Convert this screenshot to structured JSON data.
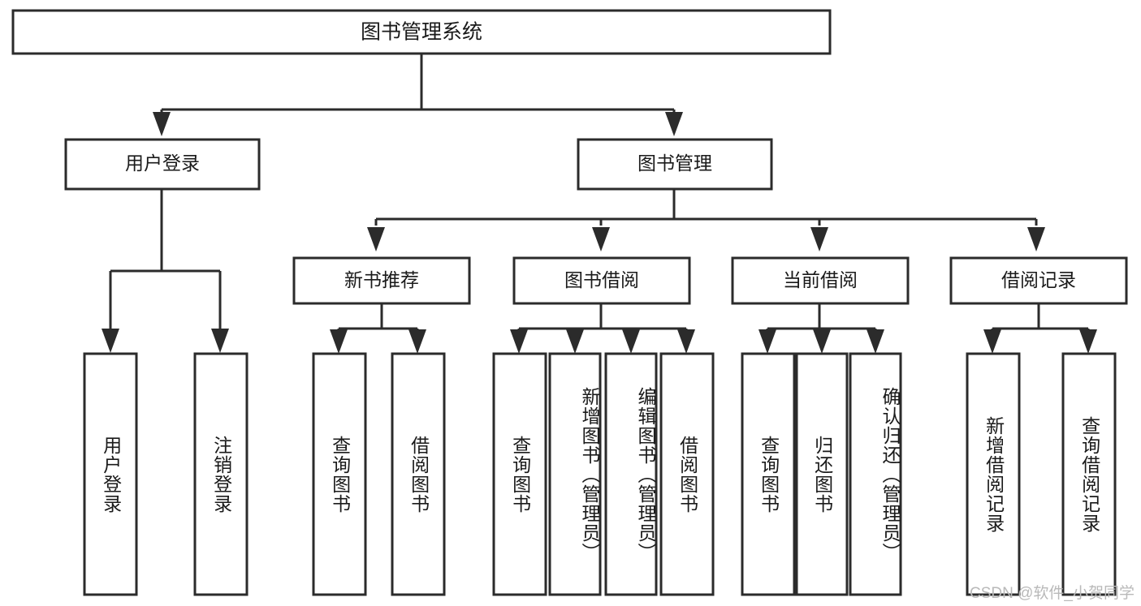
{
  "diagram": {
    "title": "图书管理系统",
    "watermark": "CSDN @软件_小贺同学",
    "root": {
      "id": "root",
      "label": "图书管理系统"
    },
    "level1": [
      {
        "id": "user-login",
        "label": "用户登录"
      },
      {
        "id": "book-manage",
        "label": "图书管理"
      }
    ],
    "level2": [
      {
        "id": "new-book-recommend",
        "label": "新书推荐",
        "parent": "book-manage"
      },
      {
        "id": "book-borrow",
        "label": "图书借阅",
        "parent": "book-manage"
      },
      {
        "id": "current-borrow",
        "label": "当前借阅",
        "parent": "book-manage"
      },
      {
        "id": "borrow-record",
        "label": "借阅记录",
        "parent": "book-manage"
      }
    ],
    "leaves": [
      {
        "id": "leaf-user-login",
        "label": "用户登录",
        "parent": "user-login"
      },
      {
        "id": "leaf-logout-login",
        "label": "注销登录",
        "parent": "user-login"
      },
      {
        "id": "leaf-query-book-1",
        "label": "查询图书",
        "parent": "new-book-recommend"
      },
      {
        "id": "leaf-borrow-book-1",
        "label": "借阅图书",
        "parent": "new-book-recommend"
      },
      {
        "id": "leaf-query-book-2",
        "label": "查询图书",
        "parent": "book-borrow"
      },
      {
        "id": "leaf-add-book",
        "label": "新增图书（管理员）",
        "parent": "book-borrow"
      },
      {
        "id": "leaf-edit-book",
        "label": "编辑图书（管理员）",
        "parent": "book-borrow"
      },
      {
        "id": "leaf-borrow-book-2",
        "label": "借阅图书",
        "parent": "book-borrow"
      },
      {
        "id": "leaf-query-book-3",
        "label": "查询图书",
        "parent": "current-borrow"
      },
      {
        "id": "leaf-return-book",
        "label": "归还图书",
        "parent": "current-borrow"
      },
      {
        "id": "leaf-confirm-return",
        "label": "确认归还（管理员）",
        "parent": "current-borrow"
      },
      {
        "id": "leaf-add-record",
        "label": "新增借阅记录",
        "parent": "borrow-record"
      },
      {
        "id": "leaf-query-record",
        "label": "查询借阅记录",
        "parent": "borrow-record"
      }
    ],
    "colors": {
      "stroke": "#2b2b2b",
      "fill": "#ffffff",
      "text": "#1a1a1a",
      "watermark": "#b9b9b9"
    }
  }
}
